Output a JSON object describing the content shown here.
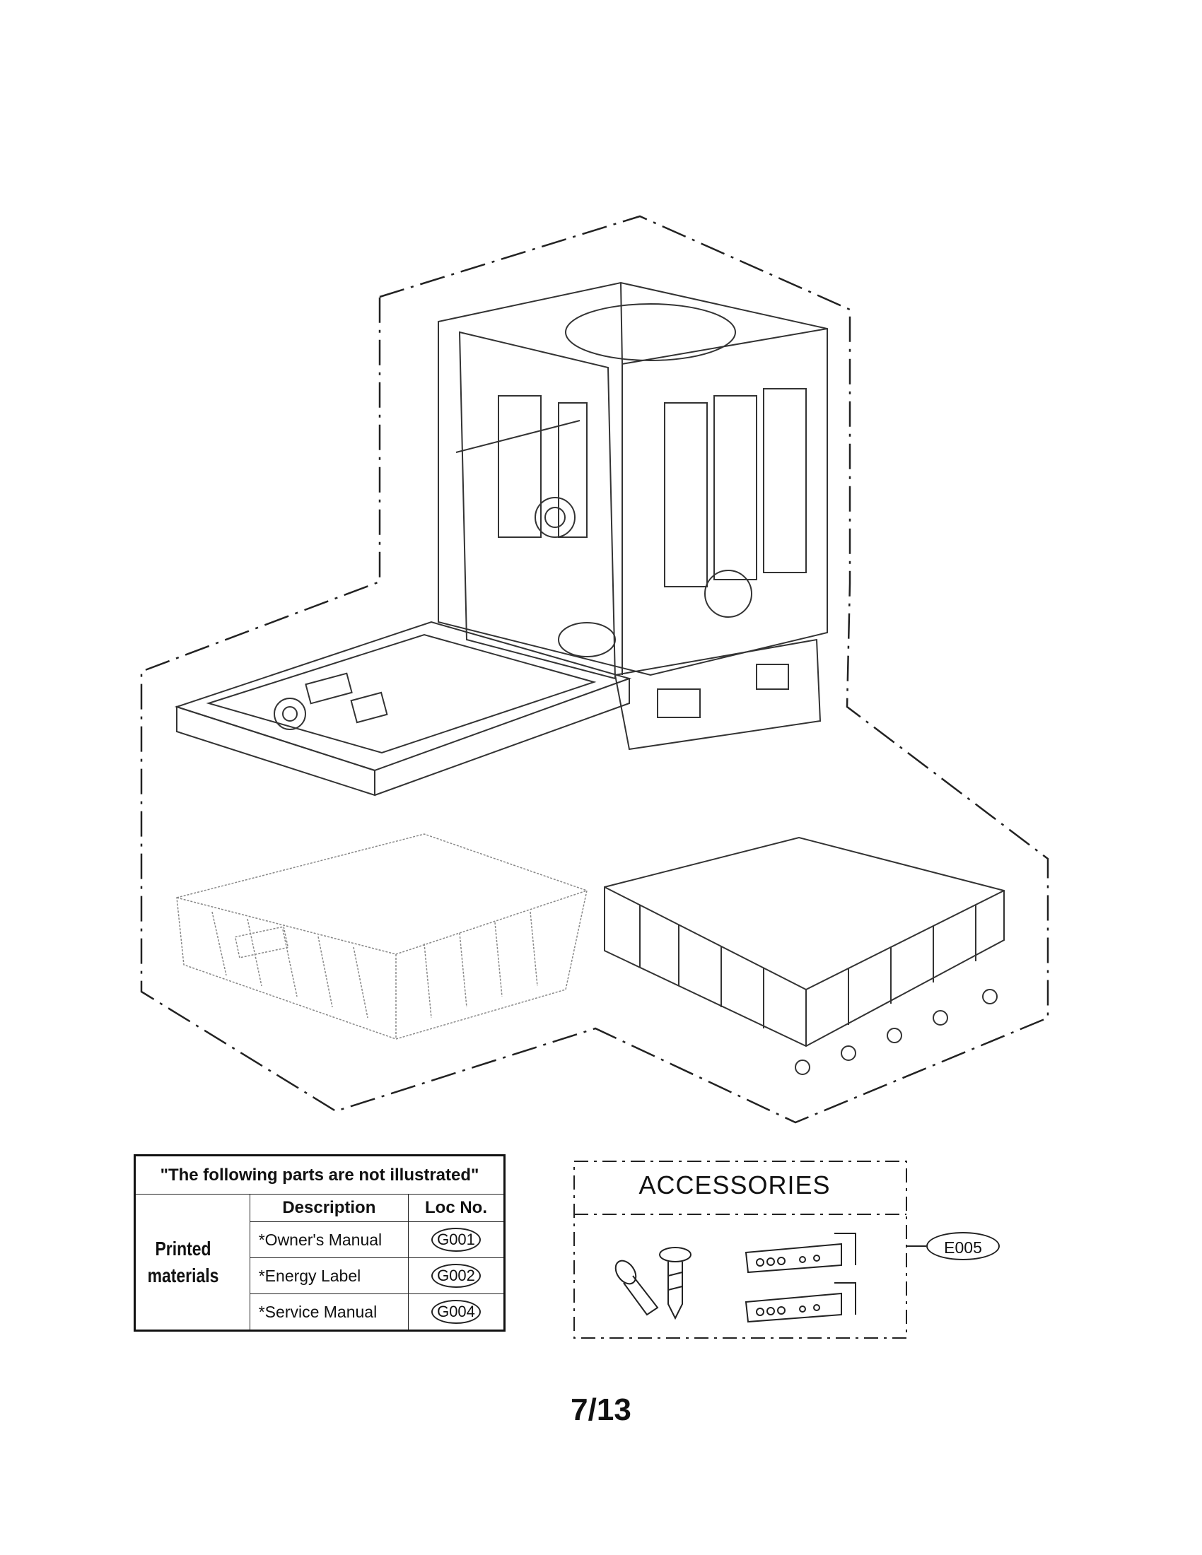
{
  "not_illustrated_table": {
    "title": "\"The following parts are not illustrated\"",
    "col_description": "Description",
    "col_loc": "Loc No.",
    "category": "Printed materials",
    "rows": [
      {
        "description": "*Owner's Manual",
        "loc": "G001"
      },
      {
        "description": "*Energy Label",
        "loc": "G002"
      },
      {
        "description": "*Service Manual",
        "loc": "G004"
      }
    ]
  },
  "accessories": {
    "title": "ACCESSORIES",
    "callout": "E005"
  },
  "page_number": "7/13"
}
